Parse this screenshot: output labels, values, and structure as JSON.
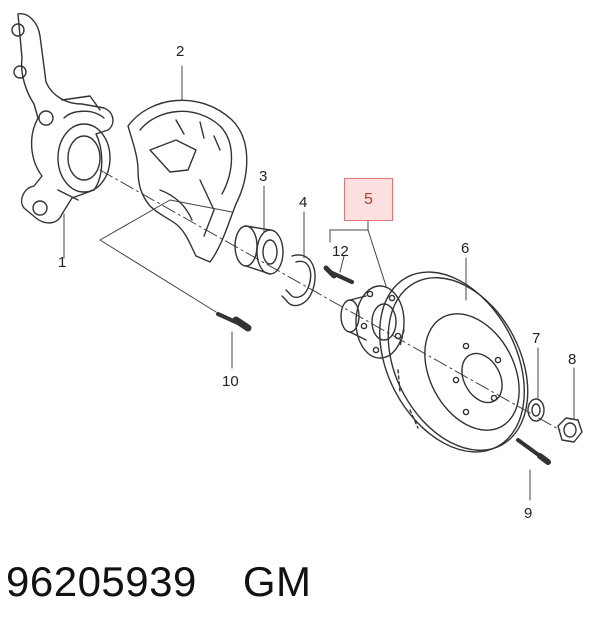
{
  "diagram": {
    "highlighted_part": "5",
    "highlight_color": "#e57373",
    "callouts": [
      "1",
      "2",
      "3",
      "4",
      "6",
      "7",
      "8",
      "9",
      "10",
      "12"
    ]
  },
  "caption": {
    "part_number": "96205939",
    "brand": "GM"
  }
}
